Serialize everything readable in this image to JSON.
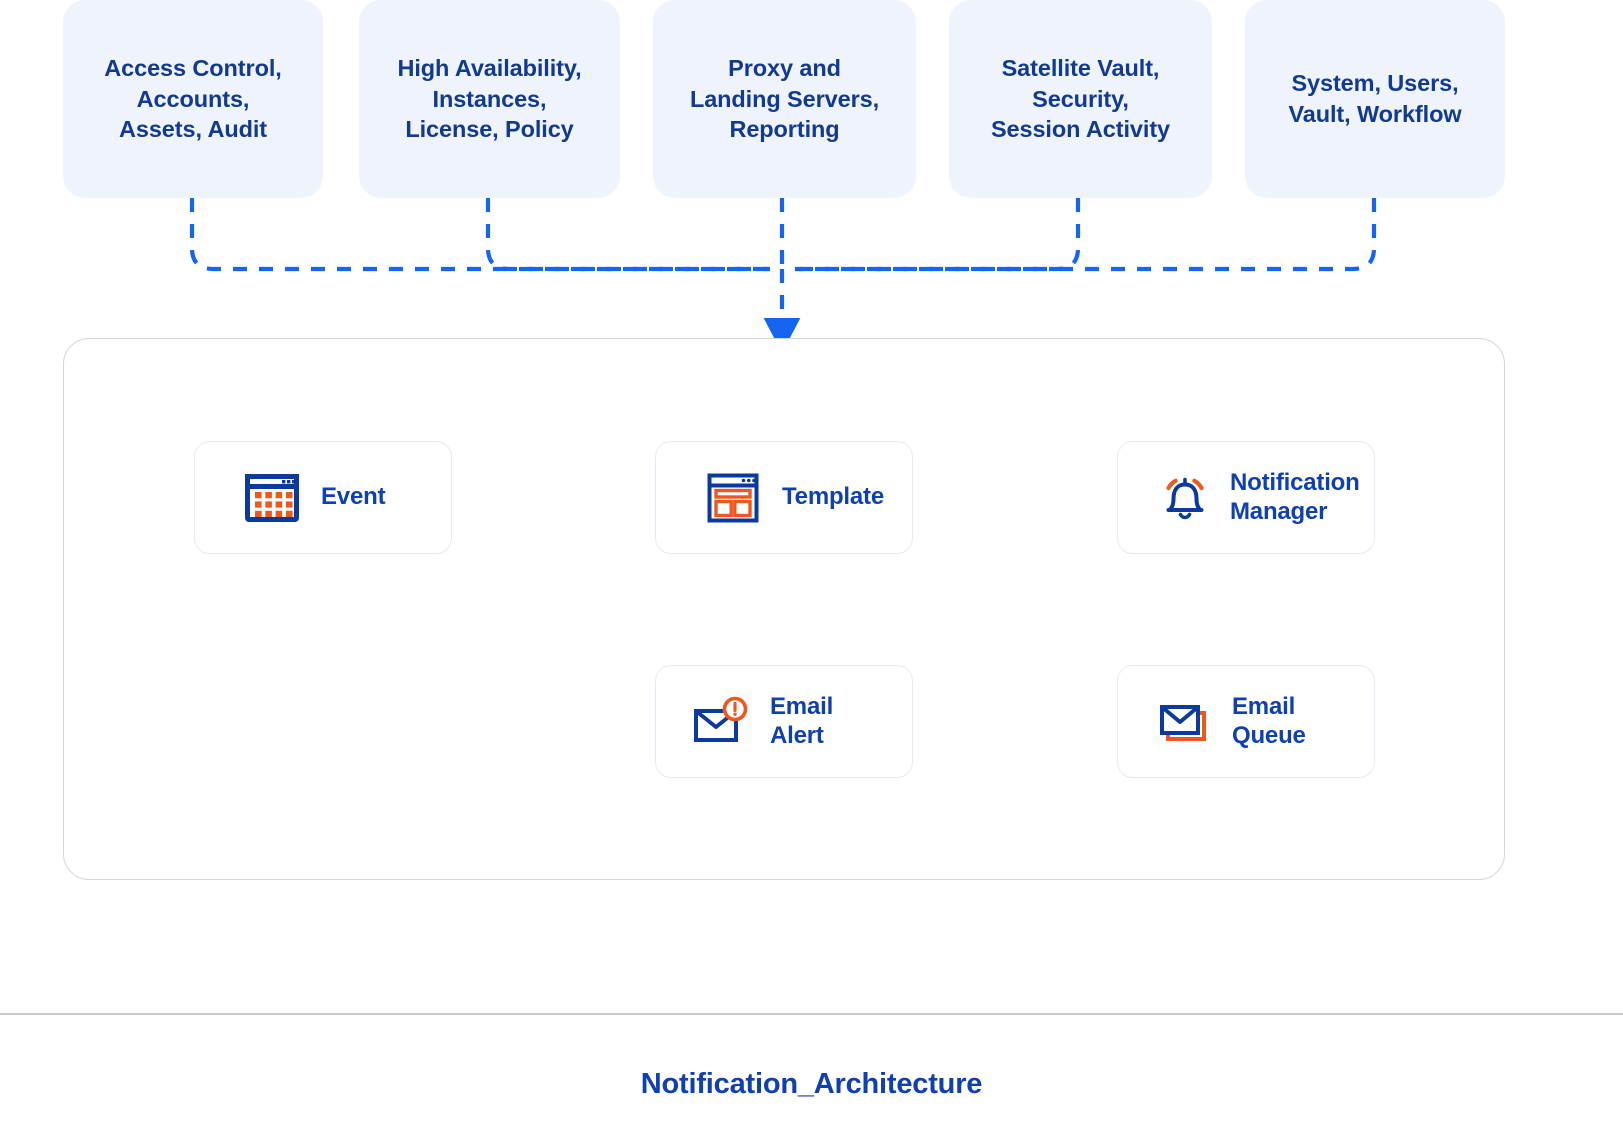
{
  "diagram": {
    "title": "Notification_Architecture",
    "colors": {
      "brand_blue": "#1040b0",
      "dark_blue": "#123a8f",
      "accent_orange": "#f0571e",
      "connector_blue": "#1565f0",
      "source_box_fill": "#eef3fc",
      "card_border": "#e3eaf6",
      "container_border": "#d2d6dc",
      "rule": "#c9c9c9"
    },
    "sources": [
      {
        "id": "access-control",
        "label": "Access Control,\nAccounts,\nAssets, Audit"
      },
      {
        "id": "high-availability",
        "label": "High Availability,\nInstances,\nLicense, Policy"
      },
      {
        "id": "proxy-landing",
        "label": "Proxy and\nLanding Servers,\nReporting"
      },
      {
        "id": "satellite-vault",
        "label": "Satellite Vault,\nSecurity,\nSession Activity"
      },
      {
        "id": "system-users",
        "label": "System, Users,\nVault, Workflow"
      }
    ],
    "nodes": [
      {
        "id": "event",
        "label": "Event",
        "icon": "calendar-grid-icon"
      },
      {
        "id": "template",
        "label": "Template",
        "icon": "template-window-icon"
      },
      {
        "id": "notification-manager",
        "label": "Notification\nManager",
        "icon": "bell-icon"
      },
      {
        "id": "email-alert",
        "label": "Email\nAlert",
        "icon": "envelope-alert-icon"
      },
      {
        "id": "email-queue",
        "label": "Email\nQueue",
        "icon": "envelope-stack-icon"
      }
    ],
    "flows": [
      {
        "from": "event",
        "to": "template",
        "style": "dashed",
        "direction": "right"
      },
      {
        "from": "template",
        "to": "notification-manager",
        "style": "dashed",
        "direction": "right"
      },
      {
        "from": "email-queue",
        "to": "email-alert",
        "style": "dashed",
        "direction": "left"
      },
      {
        "from": "sources-bus",
        "to": "notification-container",
        "style": "dashed",
        "direction": "down"
      }
    ]
  }
}
